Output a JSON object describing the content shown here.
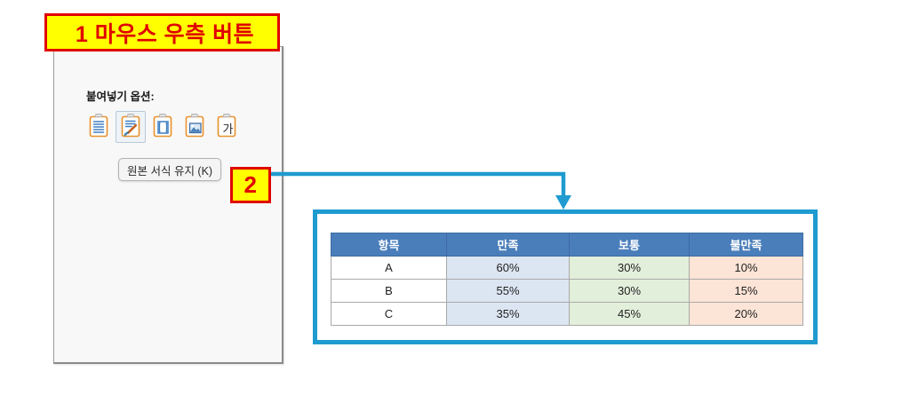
{
  "steps": {
    "step1": {
      "number": "1",
      "label": "마우스 우측 버튼",
      "full": "1 마우스 우측 버튼"
    },
    "step2": {
      "number": "2"
    }
  },
  "context_menu": {
    "paste_options_label": "붙여넣기 옵션:",
    "icons": [
      {
        "name": "paste-keep-source-formatting-icon",
        "title": "원본 서식 유지",
        "selected": false
      },
      {
        "name": "paste-keep-formatting-brush-icon",
        "title": "서식 병합",
        "selected": true
      },
      {
        "name": "paste-values-only-icon",
        "title": "값만 붙여넣기",
        "selected": false
      },
      {
        "name": "paste-picture-icon",
        "title": "그림",
        "selected": false
      },
      {
        "name": "paste-text-only-icon",
        "title": "텍스트만 유지",
        "glyph": "가",
        "selected": false
      }
    ],
    "tooltip": "원본 서식 유지 (K)"
  },
  "table": {
    "headers": [
      "항목",
      "만족",
      "보통",
      "불만족"
    ],
    "rows": [
      [
        "A",
        "60%",
        "30%",
        "10%"
      ],
      [
        "B",
        "55%",
        "30%",
        "15%"
      ],
      [
        "C",
        "35%",
        "45%",
        "20%"
      ]
    ]
  },
  "colors": {
    "badge_fill": "#ffff00",
    "badge_border": "#e00000",
    "badge_text": "#e00000",
    "connector": "#1f9bd0",
    "highlight_border": "#1f9bd0",
    "table_header": "#4a7ebb",
    "col_satisfied": "#dce6f2",
    "col_neutral": "#e2efdb",
    "col_dissatisfied": "#fce4d6"
  }
}
